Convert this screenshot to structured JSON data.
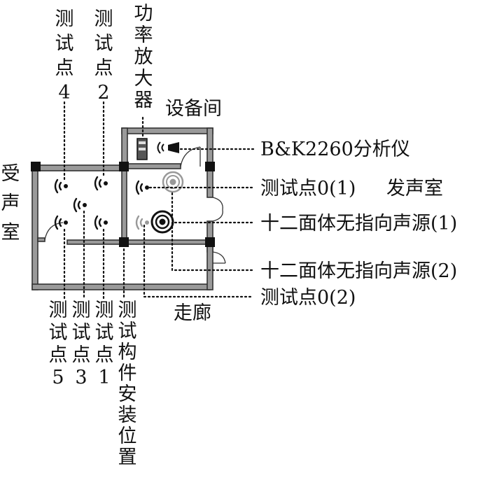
{
  "labels": {
    "measure_point_4": "测试点4",
    "measure_point_2": "测试点2",
    "amplifier": "功率放大器",
    "equipment_room": "设备间",
    "receiving_room": "受声室",
    "analyzer": "B&K2260分析仪",
    "measure_point_0_1": "测试点0(1)",
    "source_room": "发声室",
    "source_1": "十二面体无指向声源(1)",
    "source_2": "十二面体无指向声源(2)",
    "measure_point_0_2": "测试点0(2)",
    "corridor": "走廊",
    "measure_point_5": "测试点5",
    "measure_point_3": "测试点3",
    "measure_point_1": "测试点1",
    "specimen_position": "测试构件安装位置"
  },
  "colors": {
    "wall": "#9a9a9a",
    "pillar": "#111111",
    "text": "#111111",
    "inactive": "#999999"
  }
}
